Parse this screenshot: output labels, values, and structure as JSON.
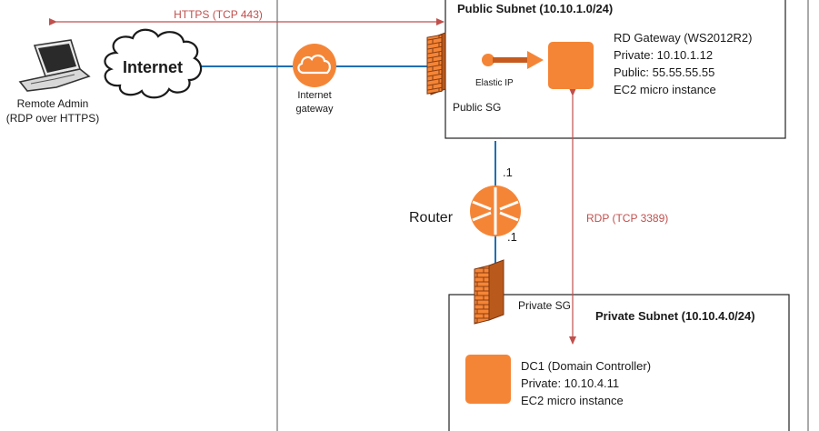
{
  "colors": {
    "aws_orange": "#f58536",
    "line_blue": "#1f6fb2",
    "arrow_red": "#c0504d",
    "text": "#1a1a1a"
  },
  "labels": {
    "https": "HTTPS (TCP 443)",
    "rdp": "RDP (TCP 3389)",
    "internet": "Internet",
    "igw_line1": "Internet",
    "igw_line2": "gateway",
    "public_sg": "Public SG",
    "private_sg": "Private SG",
    "elastic_ip": "Elastic IP",
    "router": "Router",
    "router_top_ip": ".1",
    "router_bottom_ip": ".1",
    "admin_line1": "Remote Admin",
    "admin_line2": "(RDP over HTTPS)"
  },
  "public_subnet": {
    "title": "Public Subnet (10.10.1.0/24)",
    "rdgw_lines": [
      "RD Gateway (WS2012R2)",
      "Private: 10.10.1.12",
      "Public: 55.55.55.55",
      "EC2 micro instance"
    ]
  },
  "private_subnet": {
    "title": "Private Subnet (10.10.4.0/24)",
    "dc_lines": [
      "DC1 (Domain Controller)",
      "Private: 10.10.4.11",
      "EC2 micro instance"
    ]
  },
  "icons": {
    "laptop": "laptop-icon",
    "cloud": "internet-cloud-icon",
    "igw": "internet-gateway-icon",
    "firewall": "firewall-icon",
    "instance": "ec2-instance-icon",
    "router": "router-icon",
    "elastic_ip": "elastic-ip-icon"
  }
}
